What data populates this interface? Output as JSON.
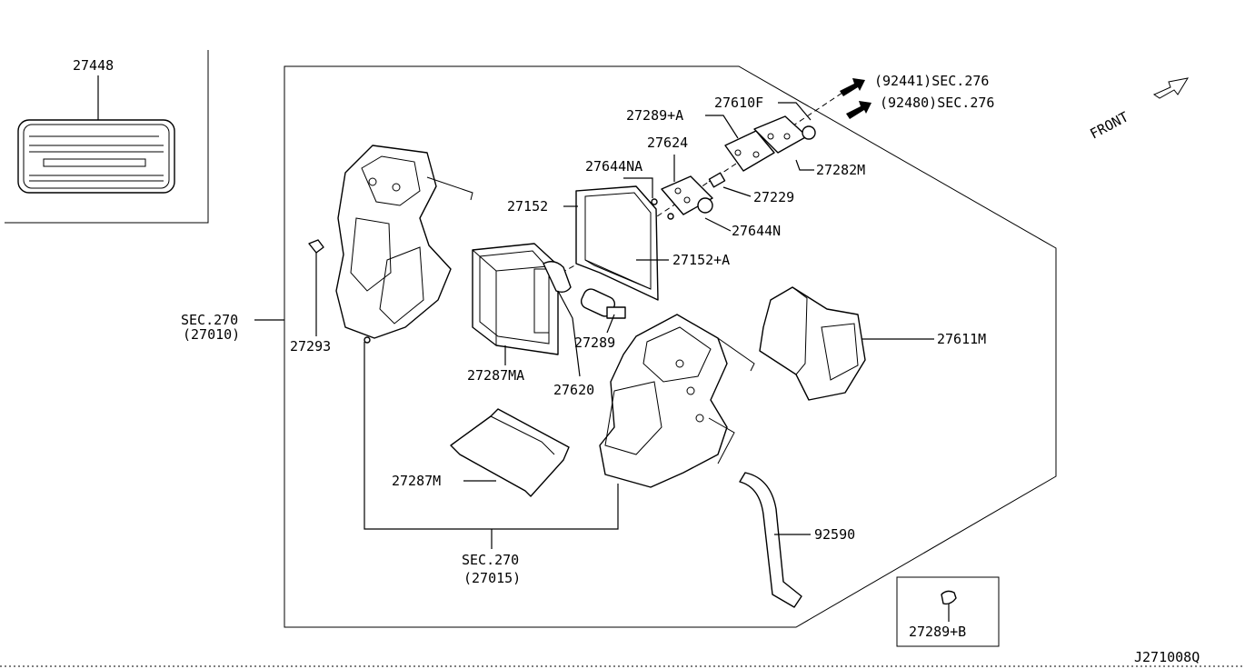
{
  "diagram_id": "J271008Q",
  "front_label": "FRONT",
  "labels": {
    "p27448": "27448",
    "p27289A": "27289+A",
    "p27610F": "27610F",
    "p92441": "(92441)SEC.276",
    "p92480": "(92480)SEC.276",
    "p27624": "27624",
    "p27644NA": "27644NA",
    "p27282M": "27282M",
    "p27152": "27152",
    "p27229": "27229",
    "p27644N": "27644N",
    "p27152A": "27152+A",
    "sec270a": "SEC.270",
    "sec270a_code": "(27010)",
    "p27293": "27293",
    "p27289": "27289",
    "p27611M": "27611M",
    "p27287MA": "27287MA",
    "p27620": "27620",
    "p27287M": "27287M",
    "sec270b": "SEC.270",
    "sec270b_code": "(27015)",
    "p92590": "92590",
    "p27289B": "27289+B"
  }
}
